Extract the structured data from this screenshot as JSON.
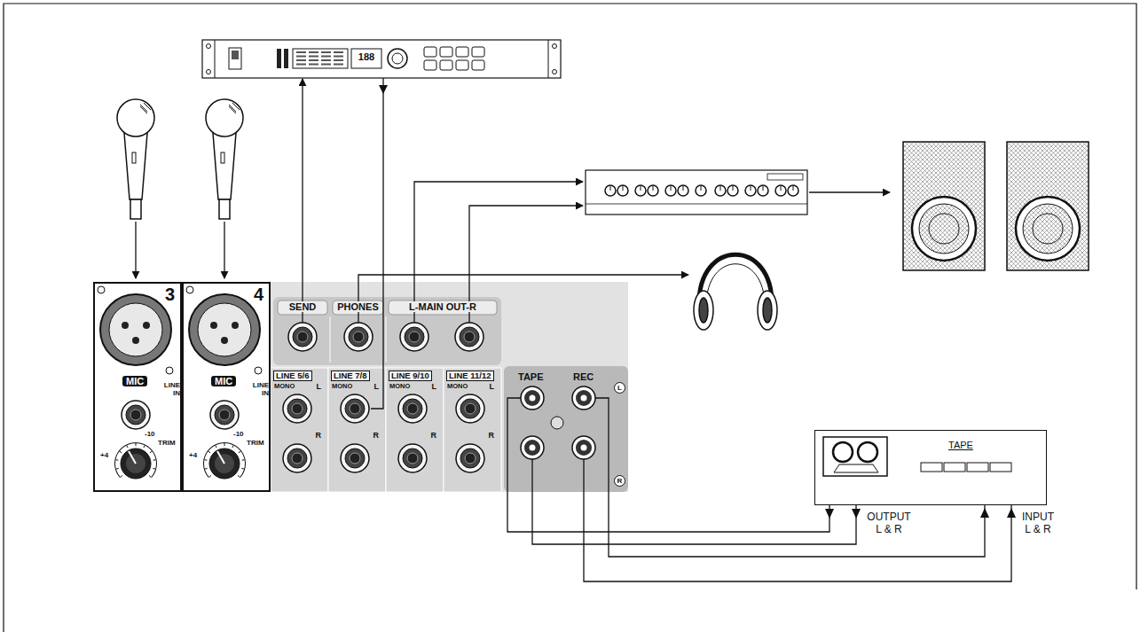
{
  "diagram": {
    "nodes": [
      {
        "text": [
          "3",
          "MIC",
          "LINE IN",
          "TRIM",
          "-10",
          "+4"
        ]
      },
      {
        "text": [
          "4",
          "MIC",
          "LINE IN",
          "TRIM",
          "-10",
          "+4"
        ]
      },
      {
        "text": [
          "SEND"
        ]
      },
      {
        "text": [
          "PHONES"
        ]
      },
      {
        "text": [
          "L-MAIN OUT-R"
        ]
      },
      {
        "text": [
          "LINE 5/6",
          "MONO",
          "L",
          "R"
        ]
      },
      {
        "text": [
          "LINE 7/8",
          "MONO",
          "L",
          "R"
        ]
      },
      {
        "text": [
          "LINE 9/10",
          "MONO",
          "L",
          "R"
        ]
      },
      {
        "text": [
          "LINE 11/12",
          "MONO",
          "L",
          "R"
        ]
      },
      {
        "text": [
          "TAPE",
          "REC",
          "L",
          "R"
        ]
      },
      {
        "text": [
          "TAPE"
        ]
      }
    ],
    "edges": [
      {
        "from": 9,
        "to": 10,
        "arrow": "to"
      },
      {
        "from": 9,
        "to": 10,
        "arrow": "to"
      },
      {
        "from": 9,
        "to": 10,
        "arrow": "to"
      },
      {
        "from": 9,
        "to": 10,
        "arrow": "to"
      }
    ],
    "labels": [
      "188",
      "OUTPUT L & R",
      "INPUT L & R"
    ]
  }
}
